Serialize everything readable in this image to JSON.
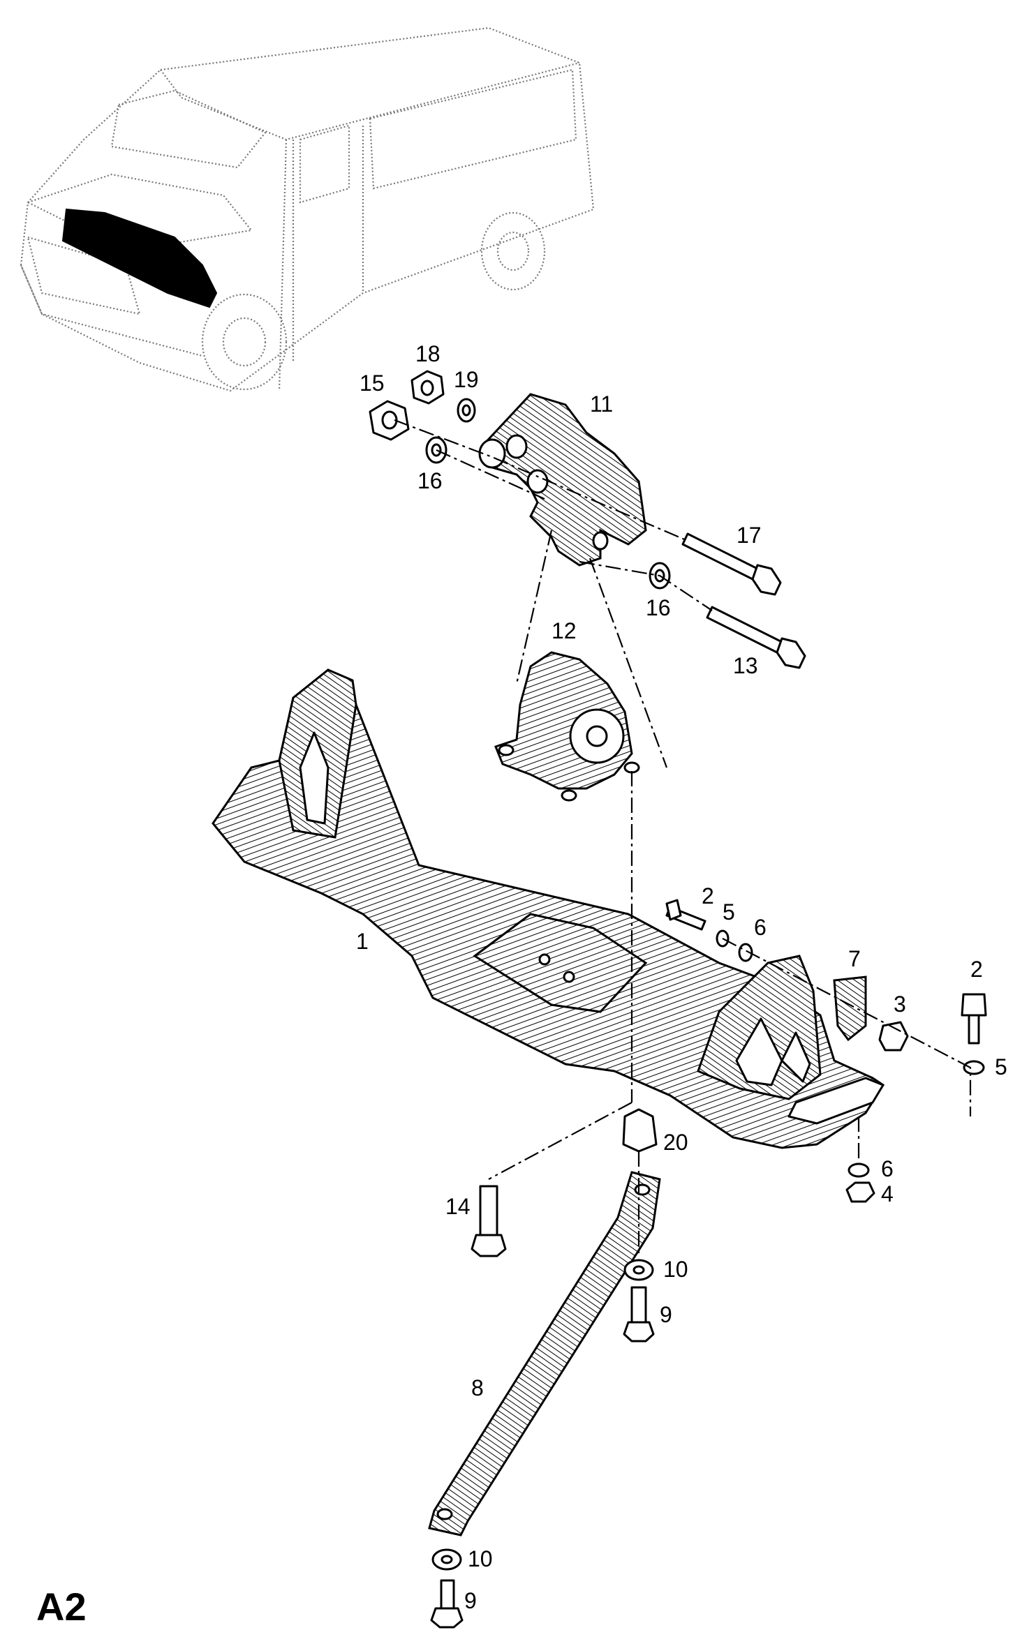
{
  "sheet_id": "A2",
  "callouts": [
    {
      "id": "c18",
      "text": "18"
    },
    {
      "id": "c19",
      "text": "19"
    },
    {
      "id": "c15",
      "text": "15"
    },
    {
      "id": "c11",
      "text": "11"
    },
    {
      "id": "c16a",
      "text": "16"
    },
    {
      "id": "c17",
      "text": "17"
    },
    {
      "id": "c16b",
      "text": "16"
    },
    {
      "id": "c12",
      "text": "12"
    },
    {
      "id": "c13",
      "text": "13"
    },
    {
      "id": "c2a",
      "text": "2"
    },
    {
      "id": "c5a",
      "text": "5"
    },
    {
      "id": "c6a",
      "text": "6"
    },
    {
      "id": "c1",
      "text": "1"
    },
    {
      "id": "c7",
      "text": "7"
    },
    {
      "id": "c2b",
      "text": "2"
    },
    {
      "id": "c3",
      "text": "3"
    },
    {
      "id": "c5b",
      "text": "5"
    },
    {
      "id": "c20",
      "text": "20"
    },
    {
      "id": "c6b",
      "text": "6"
    },
    {
      "id": "c14",
      "text": "14"
    },
    {
      "id": "c4",
      "text": "4"
    },
    {
      "id": "c10a",
      "text": "10"
    },
    {
      "id": "c9a",
      "text": "9"
    },
    {
      "id": "c8",
      "text": "8"
    },
    {
      "id": "c10b",
      "text": "10"
    },
    {
      "id": "c9b",
      "text": "9"
    }
  ]
}
